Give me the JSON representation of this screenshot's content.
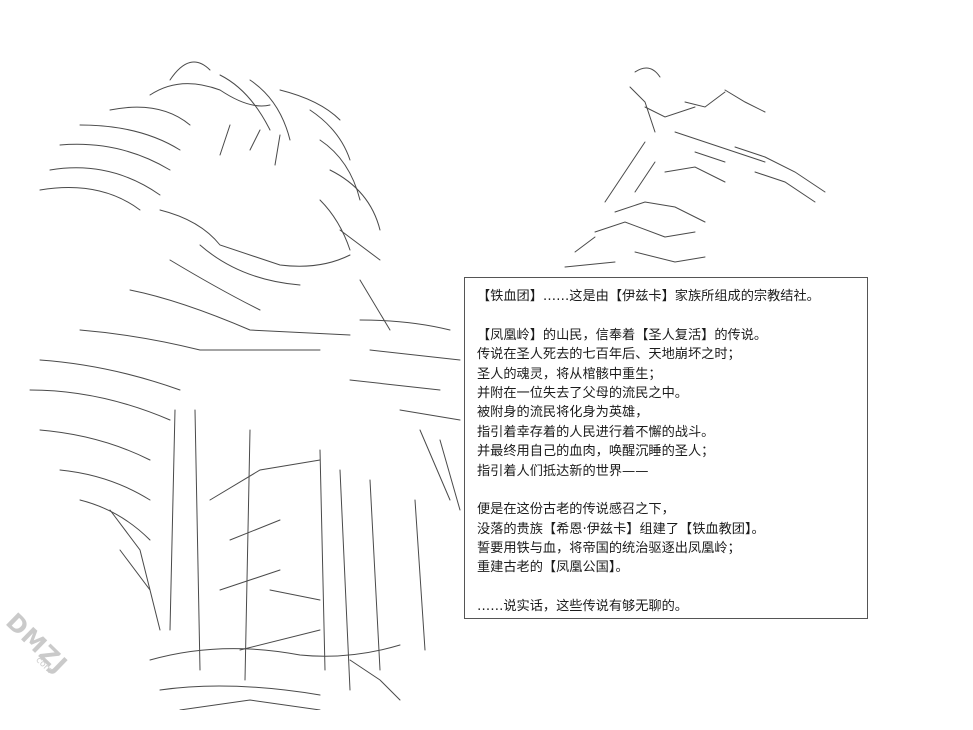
{
  "dialogue": {
    "lines": [
      "【铁血团】……这是由【伊兹卡】家族所组成的宗教结社。",
      "",
      "【凤凰岭】的山民，信奉着【圣人复活】的传说。",
      "传说在圣人死去的七百年后、天地崩坏之时；",
      "圣人的魂灵，将从棺骸中重生；",
      "并附在一位失去了父母的流民之中。",
      "被附身的流民将化身为英雄，",
      "指引着幸存着的人民进行着不懈的战斗。",
      "并最终用自己的血肉，唤醒沉睡的圣人；",
      "指引着人们抵达新的世界——",
      "",
      "便是在这份古老的传说感召之下，",
      "没落的贵族【希恩·伊兹卡】组建了【铁血教团】。",
      "誓要用铁与血，将帝国的统治驱逐出凤凰岭；",
      "重建古老的【凤凰公国】。",
      "",
      "……说实话，这些传说有够无聊的。"
    ]
  },
  "watermark": {
    "main": "DMZJ",
    "sub": "com"
  }
}
